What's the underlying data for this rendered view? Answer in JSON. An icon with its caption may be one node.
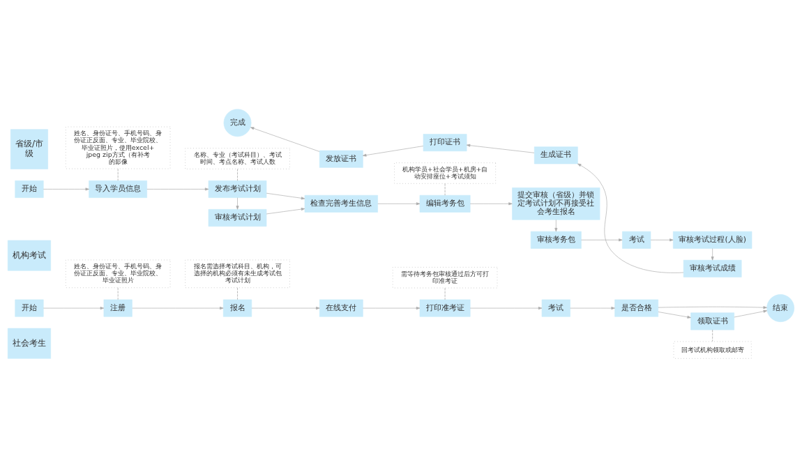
{
  "diagram": {
    "nodes": [
      {
        "text": [
          "社会考生"
        ]
      },
      {
        "text": [
          "姓名、身份证号、手机号码、身份证正反面、专业、毕业院校、毕业证照片"
        ]
      },
      {
        "text": [
          "报名需选择考试科目、机构，可选择的机构必须有未生成考试包考试计划"
        ]
      },
      {
        "text": [
          "需等待考务包审核通过后方可打印准考证"
        ]
      },
      {
        "text": [
          "结束"
        ]
      },
      {
        "text": [
          "开始"
        ]
      },
      {
        "text": [
          "注册"
        ]
      },
      {
        "text": [
          "报名"
        ]
      },
      {
        "text": [
          "在线支付"
        ]
      },
      {
        "text": [
          "打印准考证"
        ]
      },
      {
        "text": [
          "考试"
        ]
      },
      {
        "text": [
          "是否合格"
        ]
      },
      {
        "text": [
          "领取证书"
        ]
      },
      {
        "text": [
          "回考试机构领取或邮寄"
        ]
      },
      {
        "text": [
          "机构考试"
        ]
      },
      {
        "text": [
          "姓名、身份证号、手机号码、身份证正反面、专业、毕业院校、毕业证照片，使用excel+jpeg zip方式（有补考的影像"
        ]
      },
      {
        "text": [
          "名称、专业（考试科目）、考试时间、考点名称、考试人数"
        ]
      },
      {
        "text": [
          "机构学员+社会学员+机房+自动安排座位+考试须知"
        ]
      },
      {
        "text": [
          "开始"
        ]
      },
      {
        "text": [
          "导入学员信息"
        ]
      },
      {
        "text": [
          "发布考试计划"
        ]
      },
      {
        "text": [
          "检查完善考生信息"
        ]
      },
      {
        "text": [
          "编辑考务包"
        ]
      },
      {
        "text": [
          "提交审核（省级）并锁定考试计划不再接受社会考生报名"
        ]
      },
      {
        "text": [
          "考试"
        ]
      },
      {
        "text": [
          "省级/市级"
        ]
      },
      {
        "text": [
          "审核考试计划"
        ]
      },
      {
        "text": [
          "审核考务包"
        ]
      },
      {
        "text": [
          "审核考试过程(人脸)"
        ]
      },
      {
        "text": [
          "完成"
        ]
      },
      {
        "text": [
          "发放证书"
        ]
      },
      {
        "text": [
          "打印证书"
        ]
      },
      {
        "text": [
          "生成证书"
        ]
      },
      {
        "text": [
          "审核考试成绩"
        ]
      }
    ],
    "edges": [
      {
        "from": 5,
        "to": 6,
        "arrow": "to"
      },
      {
        "from": 6,
        "to": 7,
        "arrow": "to"
      },
      {
        "from": 7,
        "to": 8,
        "arrow": "to"
      },
      {
        "from": 8,
        "to": 9,
        "arrow": "to"
      },
      {
        "from": 9,
        "to": 10,
        "arrow": "to"
      },
      {
        "from": 10,
        "to": 11,
        "arrow": "to"
      },
      {
        "from": 11,
        "to": 12,
        "arrow": "to"
      },
      {
        "from": 11,
        "to": 4,
        "arrow": "to"
      },
      {
        "from": 12,
        "to": 4,
        "arrow": "to"
      },
      {
        "from": 1,
        "to": 6,
        "arrow": "none",
        "style": "dashed"
      },
      {
        "from": 2,
        "to": 7,
        "arrow": "none",
        "style": "dashed"
      },
      {
        "from": 3,
        "to": 9,
        "arrow": "none",
        "style": "dashed"
      },
      {
        "from": 12,
        "to": 13,
        "arrow": "none",
        "style": "dashed"
      },
      {
        "from": 18,
        "to": 19,
        "arrow": "to"
      },
      {
        "from": 19,
        "to": 20,
        "arrow": "to"
      },
      {
        "from": 20,
        "to": 21,
        "arrow": "to"
      },
      {
        "from": 21,
        "to": 22,
        "arrow": "to"
      },
      {
        "from": 22,
        "to": 23,
        "arrow": "to"
      },
      {
        "from": 20,
        "to": 26,
        "arrow": "to"
      },
      {
        "from": 26,
        "to": 21,
        "arrow": "to"
      },
      {
        "from": 23,
        "to": 27,
        "arrow": "to"
      },
      {
        "from": 27,
        "to": 24,
        "arrow": "to"
      },
      {
        "from": 24,
        "to": 28,
        "arrow": "to"
      },
      {
        "from": 28,
        "to": 33,
        "arrow": "to"
      },
      {
        "from": 33,
        "to": 32,
        "arrow": "to"
      },
      {
        "from": 32,
        "to": 31,
        "arrow": "to"
      },
      {
        "from": 31,
        "to": 30,
        "arrow": "to"
      },
      {
        "from": 30,
        "to": 29,
        "arrow": "to"
      },
      {
        "from": 15,
        "to": 19,
        "arrow": "none",
        "style": "dashed"
      },
      {
        "from": 16,
        "to": 20,
        "arrow": "none",
        "style": "dashed"
      },
      {
        "from": 17,
        "to": 22,
        "arrow": "none",
        "style": "dashed"
      }
    ]
  }
}
